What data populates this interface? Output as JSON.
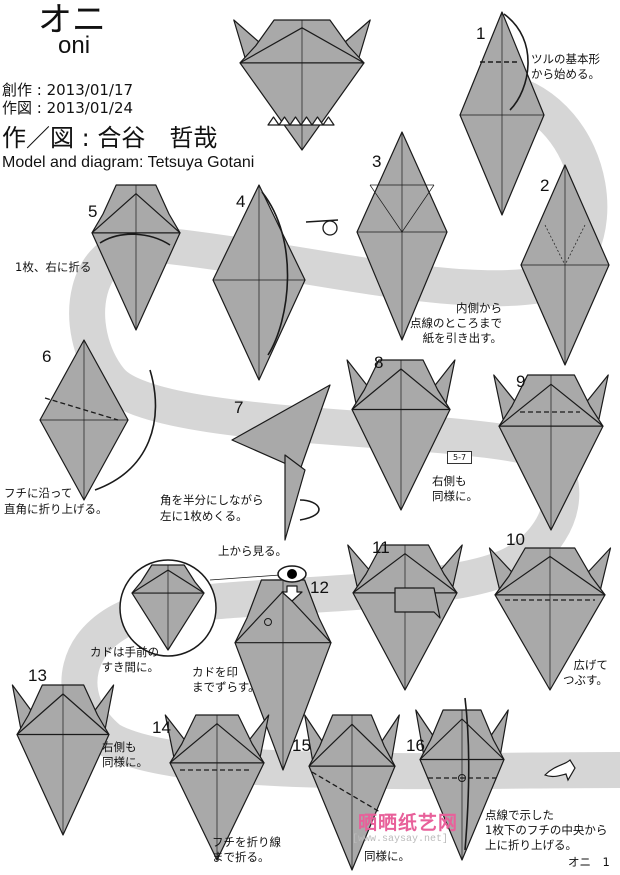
{
  "header": {
    "title": "オニ",
    "subtitle": "oni",
    "created": "創作 : 2013/01/17",
    "diagrammed": "作図 : 2013/01/24",
    "author": "作／図 : 合谷　哲哉",
    "model_credit": "Model and diagram: Tetsuya Gotani"
  },
  "steps": [
    {
      "n": "1",
      "caption": "ツルの基本形\nから始める。"
    },
    {
      "n": "2",
      "caption": "内側から\n点線のところまで\n紙を引き出す。"
    },
    {
      "n": "3",
      "caption": ""
    },
    {
      "n": "4",
      "caption": ""
    },
    {
      "n": "5",
      "caption": "1枚、右に折る"
    },
    {
      "n": "6",
      "caption": "フチに沿って\n直角に折り上げる。"
    },
    {
      "n": "7",
      "caption": "角を半分にしながら\n左に1枚めくる。"
    },
    {
      "n": "8",
      "caption": "右側も\n同様に。",
      "ref": "5-7"
    },
    {
      "n": "9",
      "caption": ""
    },
    {
      "n": "10",
      "caption": "広げて\nつぶす。"
    },
    {
      "n": "11",
      "caption": ""
    },
    {
      "n": "12",
      "caption": "カドを印\nまでずらす。"
    },
    {
      "n": "13",
      "caption": "右側も\n同様に。"
    },
    {
      "n": "14",
      "caption": "フチを折り線\nまで折る。"
    },
    {
      "n": "15",
      "caption": "同様に。"
    },
    {
      "n": "16",
      "caption": "点線で示した\n1枚下のフチの中央から\n上に折り上げる。"
    }
  ],
  "notes": {
    "view_from_top": "上から見る。",
    "corner_into_gap": "カドは手前の\nすき間に。"
  },
  "footer": {
    "page_label": "オニ　1"
  },
  "watermark": {
    "name": "晒晒纸艺网",
    "url": "[www.saysay.net]"
  },
  "colors": {
    "paper": "#a9a9a9",
    "band": "#d6d6d6",
    "line": "#1a1a1a"
  }
}
